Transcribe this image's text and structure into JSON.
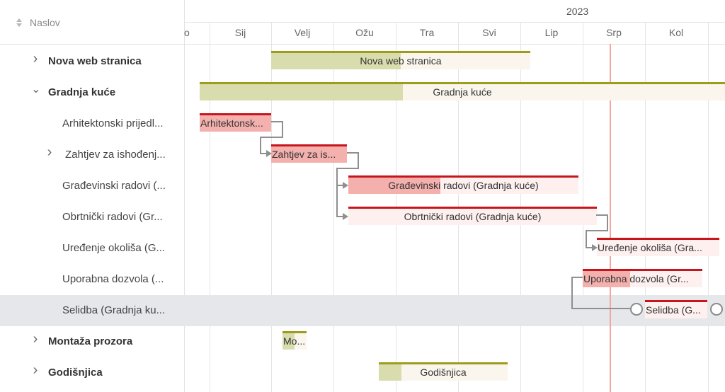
{
  "tree": {
    "column_title": "Naslov",
    "rows": [
      {
        "label": "Nova web stranica",
        "bold": true,
        "chevron": "right"
      },
      {
        "label": "Gradnja kuće",
        "bold": true,
        "chevron": "down"
      },
      {
        "label": "Arhitektonski prijedl...",
        "bold": false,
        "chevron": ""
      },
      {
        "label": "Zahtjev za ishođenj...",
        "bold": false,
        "chevron": "right"
      },
      {
        "label": "Građevinski radovi (...",
        "bold": false,
        "chevron": ""
      },
      {
        "label": "Obrtnički radovi (Gr...",
        "bold": false,
        "chevron": ""
      },
      {
        "label": "Uređenje okoliša (G...",
        "bold": false,
        "chevron": ""
      },
      {
        "label": "Uporabna dozvola (...",
        "bold": false,
        "chevron": ""
      },
      {
        "label": "Selidba (Gradnja ku...",
        "bold": false,
        "chevron": "",
        "selected": true
      },
      {
        "label": "Montaža prozora",
        "bold": true,
        "chevron": "right"
      },
      {
        "label": "Godišnjica",
        "bold": true,
        "chevron": "right"
      }
    ]
  },
  "timeline": {
    "year": "2023",
    "months": [
      "o",
      "Sij",
      "Velj",
      "Ožu",
      "Tra",
      "Svi",
      "Lip",
      "Srp",
      "Kol"
    ]
  },
  "bars": [
    {
      "label": "Nova web stranica",
      "color": "olive"
    },
    {
      "label": "Gradnja kuće",
      "color": "olive"
    },
    {
      "label": "Arhitektonsk...",
      "color": "red"
    },
    {
      "label": "Zahtjev za is...",
      "color": "red"
    },
    {
      "label": "Građevinski radovi (Gradnja kuće)",
      "color": "red"
    },
    {
      "label": "Obrtnički radovi (Gradnja kuće)",
      "color": "red"
    },
    {
      "label": "Uređenje okoliša (Gra...",
      "color": "red"
    },
    {
      "label": "Uporabna dozvola (Gr...",
      "color": "red"
    },
    {
      "label": "Selidba (G...",
      "color": "red"
    },
    {
      "label": "Mo...",
      "color": "olive"
    },
    {
      "label": "Godišnjica",
      "color": "olive"
    }
  ],
  "colors": {
    "olive": "#9d9c1b",
    "red": "#c7151d",
    "today": "#f2a6a0"
  }
}
